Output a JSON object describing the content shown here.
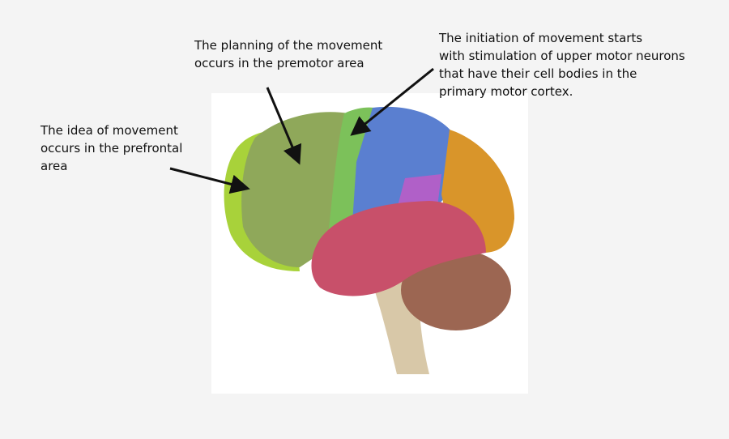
{
  "annotations": {
    "prefrontal": [
      "The idea of movement",
      "occurs in the prefrontal",
      "area"
    ],
    "premotor": [
      "The planning of the movement",
      "occurs in the premotor area"
    ],
    "motor": [
      "The initiation of movement starts",
      "with stimulation of upper motor neurons",
      "that have their cell bodies in the",
      "primary motor cortex."
    ]
  },
  "colors": {
    "prefrontal": "#a8d23a",
    "premotor": "#8fa85a",
    "primary_motor": "#7cc15a",
    "parietal": "#5a7fd0",
    "occipital": "#d9952a",
    "temporal": "#c8506a",
    "cerebellum": "#a06a55",
    "brainstem": "#d8c8a8",
    "arrow": "#111111"
  }
}
